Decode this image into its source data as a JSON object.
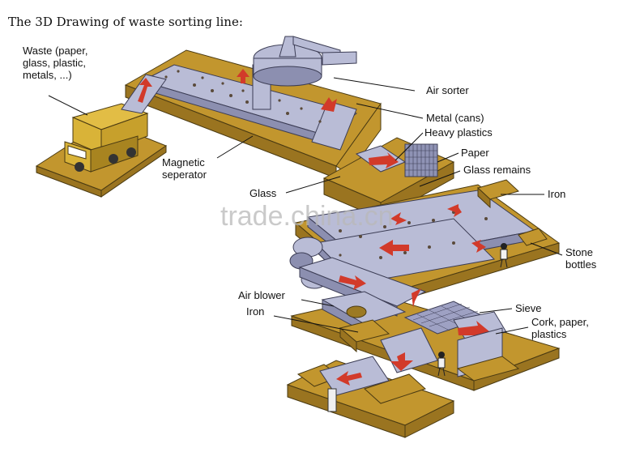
{
  "title": "The 3D Drawing of waste sorting line:",
  "watermark": "trade.china.cn",
  "labels": {
    "waste": [
      "Waste (paper,",
      "glass, plastic,",
      "metals, ...)"
    ],
    "air_sorter": "Air sorter",
    "metal": "Metal (cans)",
    "heavy_plastics": "Heavy plastics",
    "paper": "Paper",
    "glass_remains": "Glass remains",
    "magnetic": [
      "Magnetic",
      "seperator"
    ],
    "glass": "Glass",
    "iron_top": "Iron",
    "stone": [
      "Stone",
      "bottles"
    ],
    "air_blower": "Air blower",
    "iron_bottom": "Iron",
    "sieve": "Sieve",
    "cork": [
      "Cork, paper,",
      "plastics"
    ]
  },
  "colors": {
    "platform": "#c2962e",
    "belt": "#b9bcd6",
    "arrow": "#d23a2a",
    "truck": "#d9b338"
  }
}
